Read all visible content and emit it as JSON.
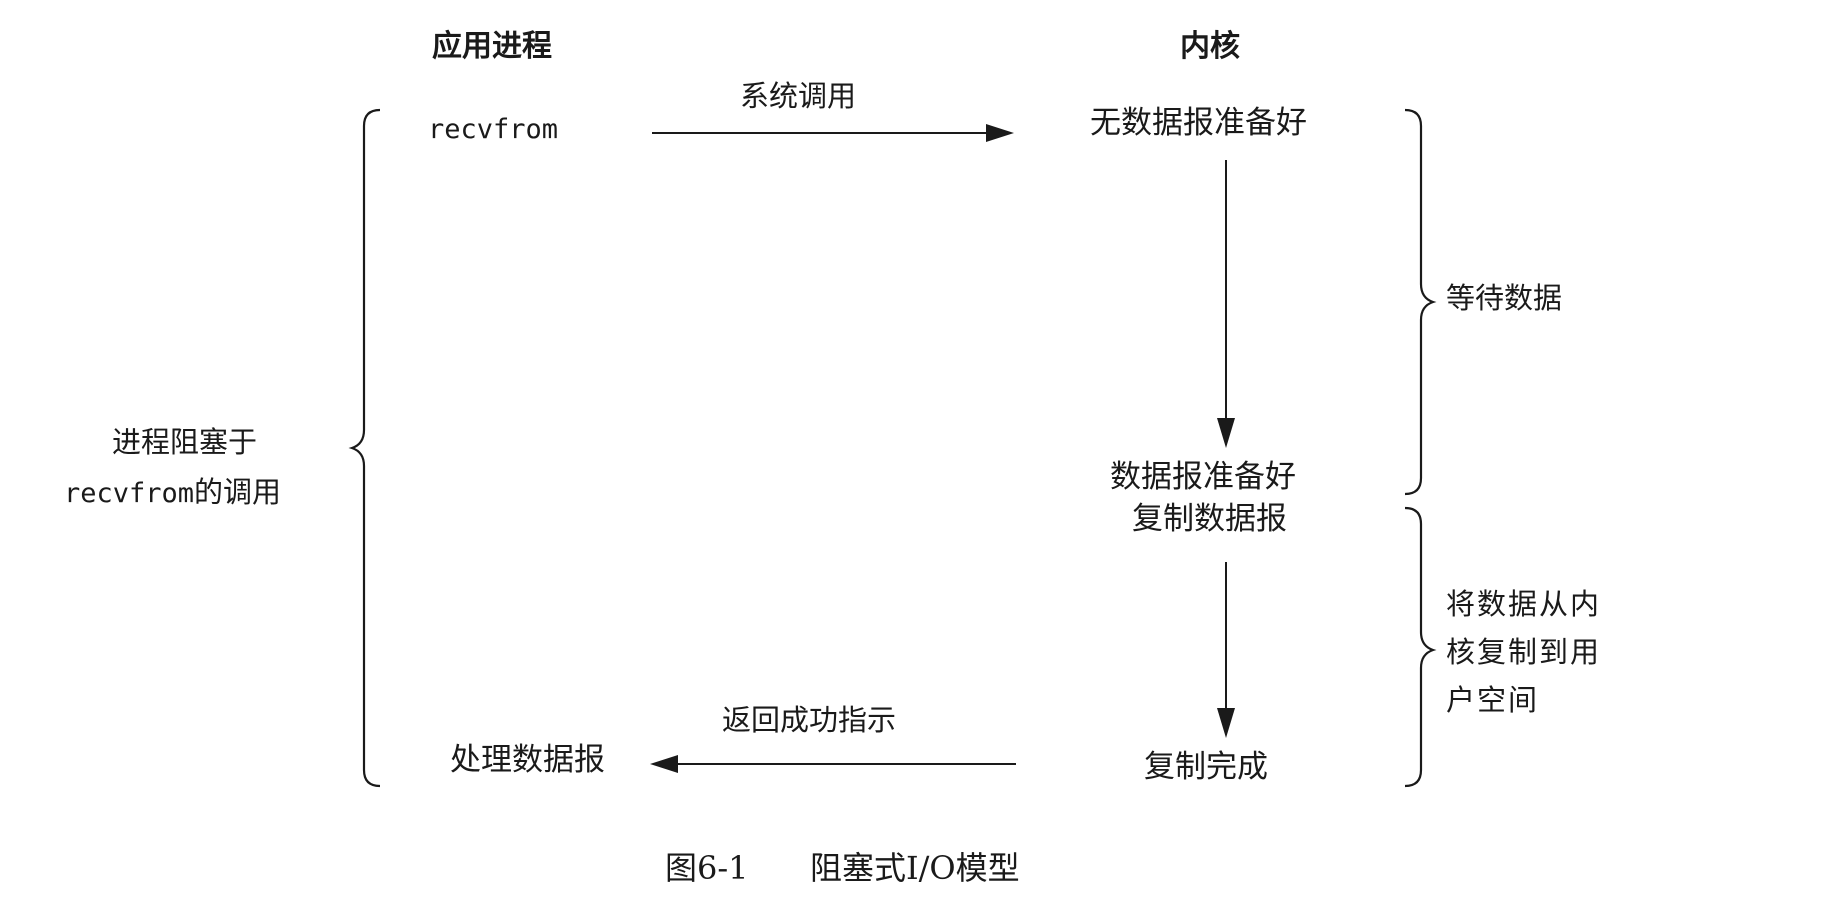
{
  "headers": {
    "app_process": "应用进程",
    "kernel": "内核"
  },
  "left": {
    "recvfrom": "recvfrom",
    "process_datagram": "处理数据报",
    "blocked_line1": "进程阻塞于",
    "blocked_line2_code": "recvfrom",
    "blocked_line2_text": "的调用"
  },
  "arrows": {
    "system_call": "系统调用",
    "return_success": "返回成功指示"
  },
  "kernel": {
    "no_datagram_ready": "无数据报准备好",
    "datagram_ready": "数据报准备好",
    "copy_datagram": "复制数据报",
    "copy_complete": "复制完成"
  },
  "phases": {
    "wait_for_data": "等待数据",
    "copy_line1": "将数据从内",
    "copy_line2": "核复制到用",
    "copy_line3": "户空间"
  },
  "caption": {
    "figure_number": "图6-1",
    "figure_title": "阻塞式I/O模型"
  },
  "colors": {
    "ink": "#1a1a1a",
    "background": "#ffffff"
  }
}
